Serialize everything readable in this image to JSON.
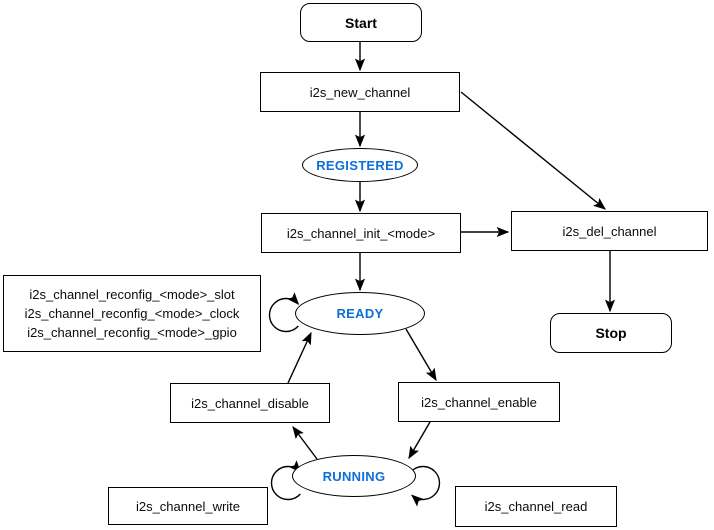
{
  "colors": {
    "state_text": "#0e6fd8",
    "stroke": "#000000",
    "background": "#ffffff"
  },
  "nodes": {
    "start": {
      "label": "Start"
    },
    "new_channel": {
      "label": "i2s_new_channel"
    },
    "registered": {
      "label": "REGISTERED"
    },
    "init": {
      "label": "i2s_channel_init_<mode>"
    },
    "del_channel": {
      "label": "i2s_del_channel"
    },
    "stop": {
      "label": "Stop"
    },
    "reconfig": {
      "lines": [
        "i2s_channel_reconfig_<mode>_slot",
        "i2s_channel_reconfig_<mode>_clock",
        "i2s_channel_reconfig_<mode>_gpio"
      ]
    },
    "ready": {
      "label": "READY"
    },
    "disable": {
      "label": "i2s_channel_disable"
    },
    "enable": {
      "label": "i2s_channel_enable"
    },
    "running": {
      "label": "RUNNING"
    },
    "write": {
      "label": "i2s_channel_write"
    },
    "read": {
      "label": "i2s_channel_read"
    }
  },
  "edges": [
    {
      "from": "Start",
      "to": "i2s_new_channel"
    },
    {
      "from": "i2s_new_channel",
      "to": "REGISTERED"
    },
    {
      "from": "i2s_new_channel",
      "to": "i2s_del_channel"
    },
    {
      "from": "REGISTERED",
      "to": "i2s_channel_init_<mode>"
    },
    {
      "from": "i2s_channel_init_<mode>",
      "to": "i2s_del_channel"
    },
    {
      "from": "i2s_channel_init_<mode>",
      "to": "READY"
    },
    {
      "from": "i2s_del_channel",
      "to": "Stop"
    },
    {
      "from": "READY",
      "to": "READY"
    },
    {
      "from": "i2s_channel_disable",
      "to": "READY"
    },
    {
      "from": "READY",
      "to": "i2s_channel_enable"
    },
    {
      "from": "i2s_channel_enable",
      "to": "RUNNING"
    },
    {
      "from": "RUNNING",
      "to": "i2s_channel_disable"
    },
    {
      "from": "RUNNING",
      "to": "RUNNING"
    },
    {
      "from": "RUNNING",
      "to": "RUNNING"
    }
  ]
}
